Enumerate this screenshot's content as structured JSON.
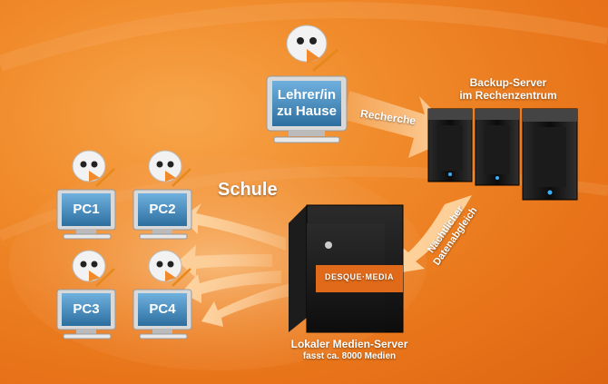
{
  "labels": {
    "school": "Schule",
    "teacher_line1": "Lehrer/in",
    "teacher_line2": "zu Hause",
    "research": "Recherche",
    "backup_line1": "Backup-Server",
    "backup_line2": "im Rechenzentrum",
    "nightly_line1": "Nächtlicher",
    "nightly_line2": "Datenabgleich",
    "local_line1": "Lokaler Medien-Server",
    "local_line2": "fasst ca. 8000 Medien",
    "server_brand": "DESQUE·MEDIA",
    "pc1": "PC1",
    "pc2": "PC2",
    "pc3": "PC3",
    "pc4": "PC4"
  },
  "colors": {
    "background": "#ee8226",
    "screen": "#3f86b9",
    "server_dark": "#151515",
    "brand_strip": "#e06a1a"
  }
}
